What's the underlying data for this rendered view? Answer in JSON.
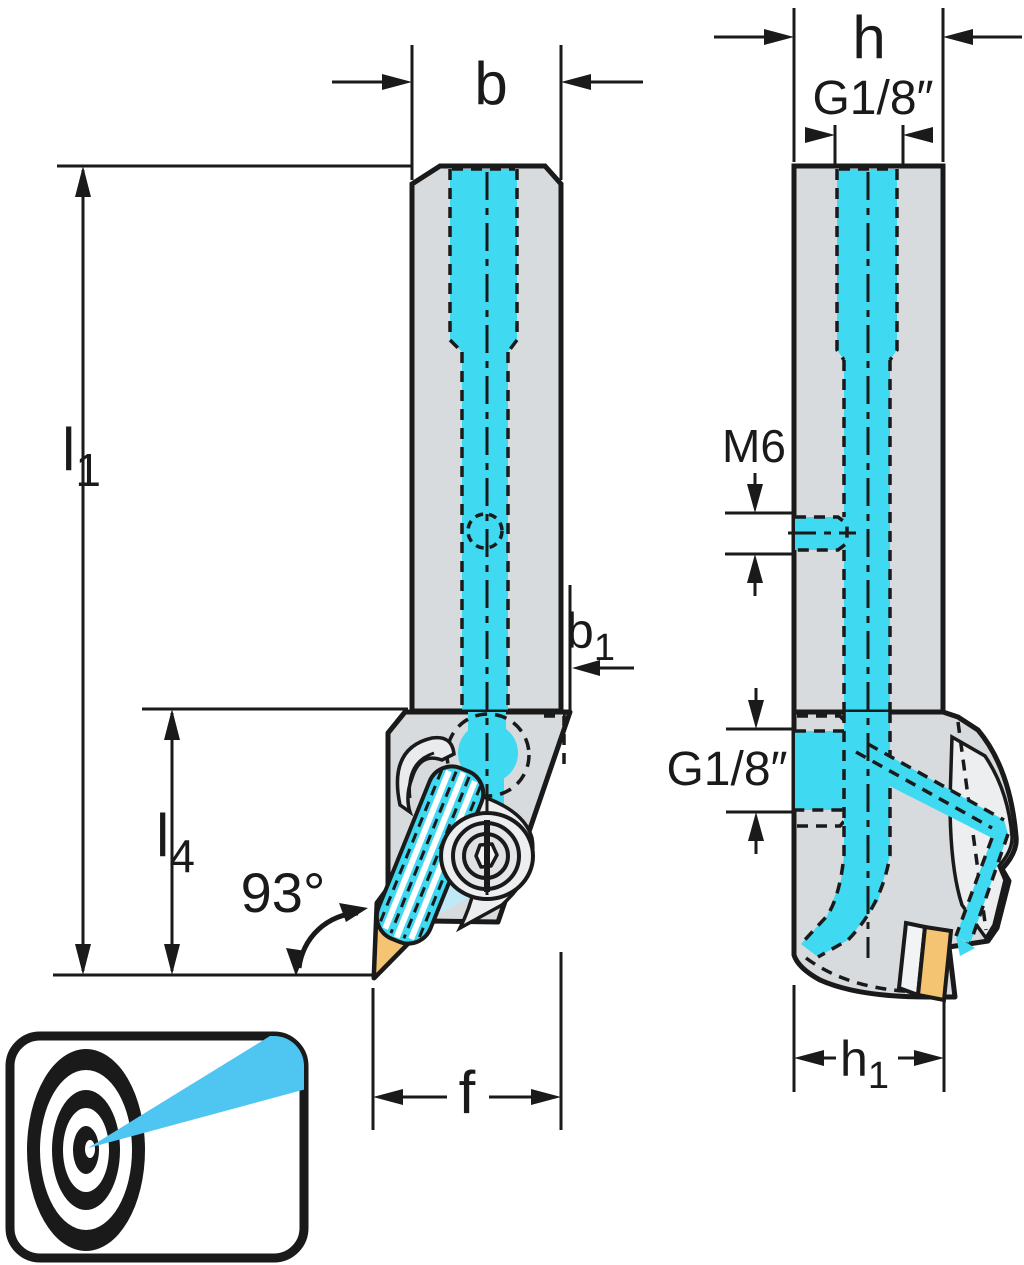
{
  "front_view": {
    "dim_b": "b",
    "dim_b1": {
      "base": "b",
      "sub": "1"
    },
    "dim_l1": {
      "base": "l",
      "sub": "1"
    },
    "dim_l4": {
      "base": "l",
      "sub": "4"
    },
    "dim_f": "f",
    "angle": "93°"
  },
  "side_view": {
    "dim_h": "h",
    "thread_top": "G1/8″",
    "thread_m6": "M6",
    "thread_side": "G1/8″",
    "dim_h1": {
      "base": "h",
      "sub": "1"
    }
  },
  "colors": {
    "coolant": "#3FD9F2",
    "coolant_pale": "#BFE9F5",
    "body": "#D8DBDD",
    "body_light": "#ECEEF0",
    "insert": "#F4C472",
    "outline": "#1A1A1A",
    "icon_beam": "#4FC5F2",
    "background": "#FFFFFF"
  },
  "icon": {
    "name": "precision-coolant-target"
  }
}
